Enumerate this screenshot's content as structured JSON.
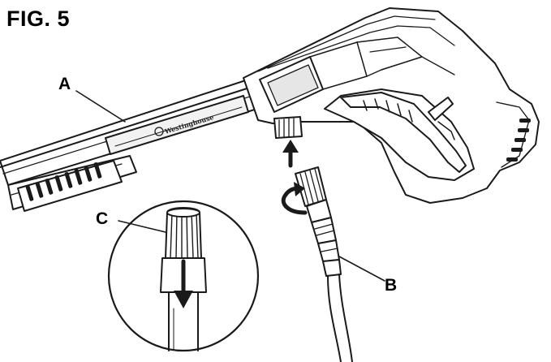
{
  "figure": {
    "title": "FIG. 5",
    "labels": {
      "a": "A",
      "b": "B",
      "c": "C"
    },
    "brand_text": "Westinghouse",
    "colors": {
      "ink": "#1a1a1a",
      "fill_light": "#ffffff",
      "fill_shade": "#e6e6e6"
    }
  }
}
